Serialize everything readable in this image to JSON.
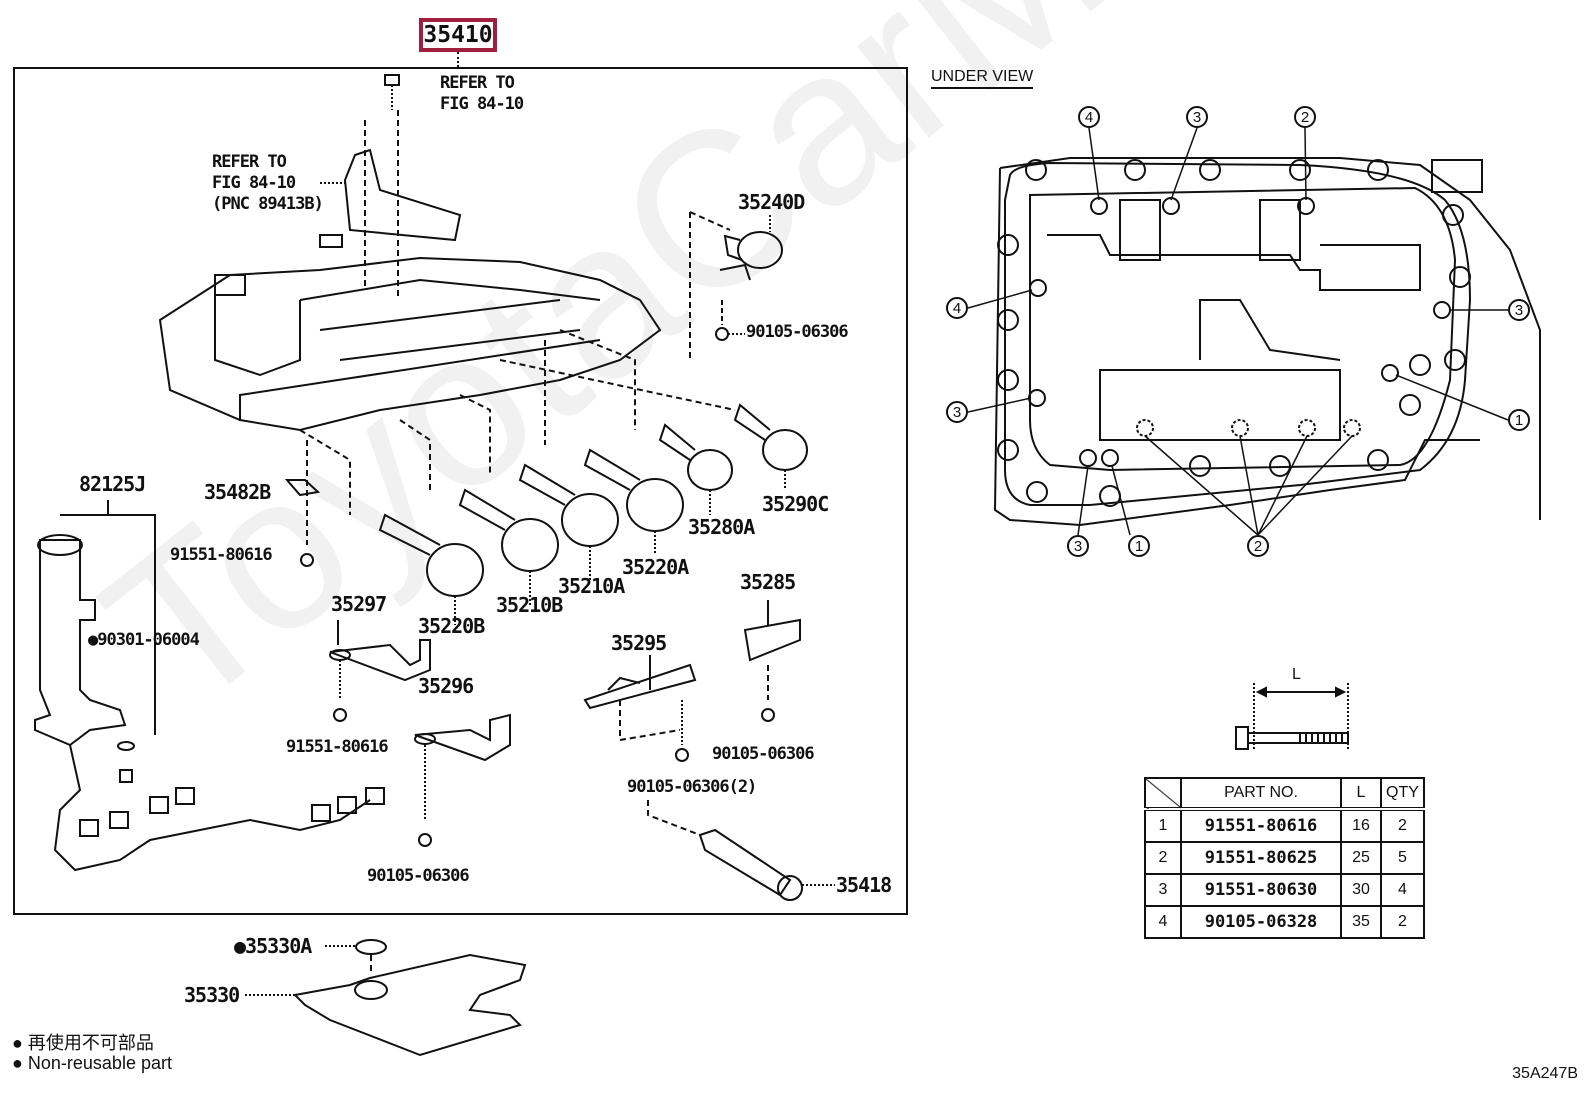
{
  "diagram": {
    "assembly_part_no": "35410",
    "figure_code": "35A247B",
    "watermark": "ToyotaCarMart.ru",
    "accent_color": "#a01f3c"
  },
  "main_view": {
    "refer_top": [
      "REFER TO",
      "FIG 84-10"
    ],
    "refer_left": [
      "REFER TO",
      "FIG 84-10",
      "(PNC 89413B)"
    ],
    "labels": {
      "p35240D": "35240D",
      "b90105_06306_a": "90105-06306",
      "p35482B": "35482B",
      "b91551_80616_a": "91551-80616",
      "p82125J": "82125J",
      "p90301_06004": "90301-06004",
      "p35290C": "35290C",
      "p35280A": "35280A",
      "p35220A": "35220A",
      "p35210A": "35210A",
      "p35210B": "35210B",
      "p35220B": "35220B",
      "p35297": "35297",
      "p35285": "35285",
      "p35295": "35295",
      "p35296": "35296",
      "b91551_80616_b": "91551-80616",
      "b90105_06306_b": "90105-06306",
      "b90105_06306_c": "90105-06306(2)",
      "b90105_06306_d": "90105-06306",
      "p35418": "35418",
      "p35330A": "35330A",
      "p35330": "35330"
    }
  },
  "under_view": {
    "title": "UNDER VIEW",
    "callouts": [
      {
        "id": "top-4",
        "n": "4"
      },
      {
        "id": "top-3",
        "n": "3"
      },
      {
        "id": "top-2",
        "n": "2"
      },
      {
        "id": "left-4",
        "n": "4"
      },
      {
        "id": "left-3",
        "n": "3"
      },
      {
        "id": "right-3",
        "n": "3"
      },
      {
        "id": "right-1",
        "n": "1"
      },
      {
        "id": "bottom-3",
        "n": "3"
      },
      {
        "id": "bottom-1",
        "n": "1"
      },
      {
        "id": "bottom-2",
        "n": "2"
      }
    ]
  },
  "bolt_dimension": {
    "label": "L"
  },
  "spec_table": {
    "headers": {
      "part_no": "PART NO.",
      "length": "L",
      "qty": "QTY"
    },
    "rows": [
      {
        "index": "1",
        "part_no": "91551-80616",
        "length": "16",
        "qty": "2"
      },
      {
        "index": "2",
        "part_no": "91551-80625",
        "length": "25",
        "qty": "5"
      },
      {
        "index": "3",
        "part_no": "91551-80630",
        "length": "30",
        "qty": "4"
      },
      {
        "index": "4",
        "part_no": "90105-06328",
        "length": "35",
        "qty": "2"
      }
    ]
  },
  "legend": {
    "bullet": "●",
    "japanese": "再使用不可部品",
    "english": "Non-reusable part"
  }
}
